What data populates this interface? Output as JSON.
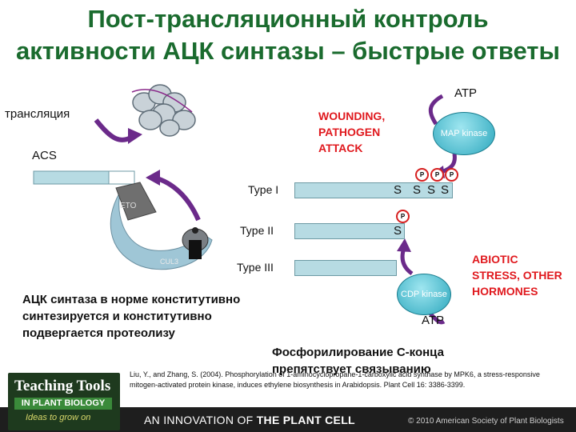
{
  "title": "Пост-трансляционный контроль активности АЦК синтазы – быстрые ответы",
  "left": {
    "translation": "трансляция",
    "acs": "ACS",
    "eto": "ETO",
    "cul3": "CUL3",
    "caption": "АЦК синтаза в норме конститутивно синтезируется и конститутивно подвергается протеолизу"
  },
  "right": {
    "wounding": "WOUNDING, PATHOGEN ATTACK",
    "abiotic": "ABIOTIC STRESS, OTHER HORMONES",
    "atp_top": "ATP",
    "atp_bottom": "ATP",
    "map_kinase": "MAP kinase",
    "cdp_kinase": "CDP kinase",
    "type1": "Type I",
    "type2": "Type II",
    "type3": "Type III",
    "type1_s": [
      "S",
      "S",
      "S",
      "S"
    ],
    "type2_s": "S",
    "p": "P",
    "caption": "Фосфорилирование С-конца препятствует связыванию"
  },
  "citation": "Liu, Y., and Zhang, S. (2004). Phosphorylation of 1-aminocyclopropane-1-carboxylic acid synthase by MPK6, a stress-responsive mitogen-activated protein kinase, induces ethylene biosynthesis in Arabidopsis. Plant Cell 16: 3386-3399.",
  "footer": {
    "logo_line1": "Teaching Tools",
    "logo_line2": "IN PLANT BIOLOGY",
    "logo_line3": "Ideas to grow on",
    "innovation_prefix": "AN INNOVATION OF ",
    "innovation_brand": "THE PLANT CELL",
    "copyright": "© 2010 American Society of Plant Biologists"
  }
}
